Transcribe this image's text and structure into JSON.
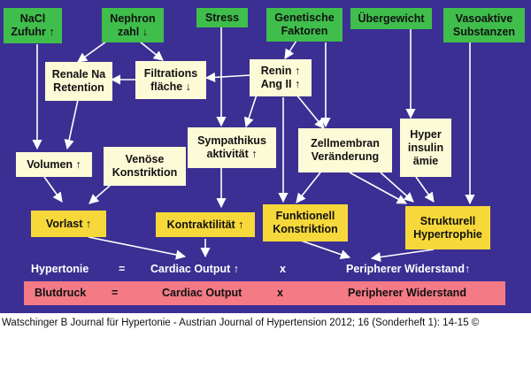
{
  "diagram": {
    "boxes": {
      "nacl": "NaCl\nZufuhr ↑",
      "nephron": "Nephron\nzahl ↓",
      "stress": "Stress",
      "genetische": "Genetische\nFaktoren",
      "uebergewicht": "Übergewicht",
      "vasoaktive": "Vasoaktive\nSubstanzen",
      "renale": "Renale Na\nRetention",
      "filtrations": "Filtrations\nfläche ↓",
      "renin": "Renin  ↑\nAng II  ↑",
      "sympathikus": "Sympathikus\naktivität ↑",
      "zellmembran": "Zellmembran\nVeränderung",
      "hyper": "Hyper\ninsulin\nämie",
      "volumen": "Volumen ↑",
      "venoese": "Venöse\nKonstriktion",
      "vorlast": "Vorlast  ↑",
      "kontraktilitaet": "Kontraktilität  ↑",
      "funktionell": "Funktionell\nKonstriktion",
      "strukturell": "Strukturell\nHypertrophie"
    },
    "equation1": {
      "lhs": "Hypertonie",
      "eq": "=",
      "co": "Cardiac Output  ↑",
      "x": "x",
      "pr": "Peripherer Widerstand↑"
    },
    "equation2": {
      "lhs": "Blutdruck",
      "eq": "=",
      "co": "Cardiac Output",
      "x": "x",
      "pr": "Peripherer Widerstand"
    }
  },
  "citation": "Watschinger B Journal für Hypertonie - Austrian Journal of Hypertension 2012; 16 (Sonderheft 1): 14-15 ©"
}
